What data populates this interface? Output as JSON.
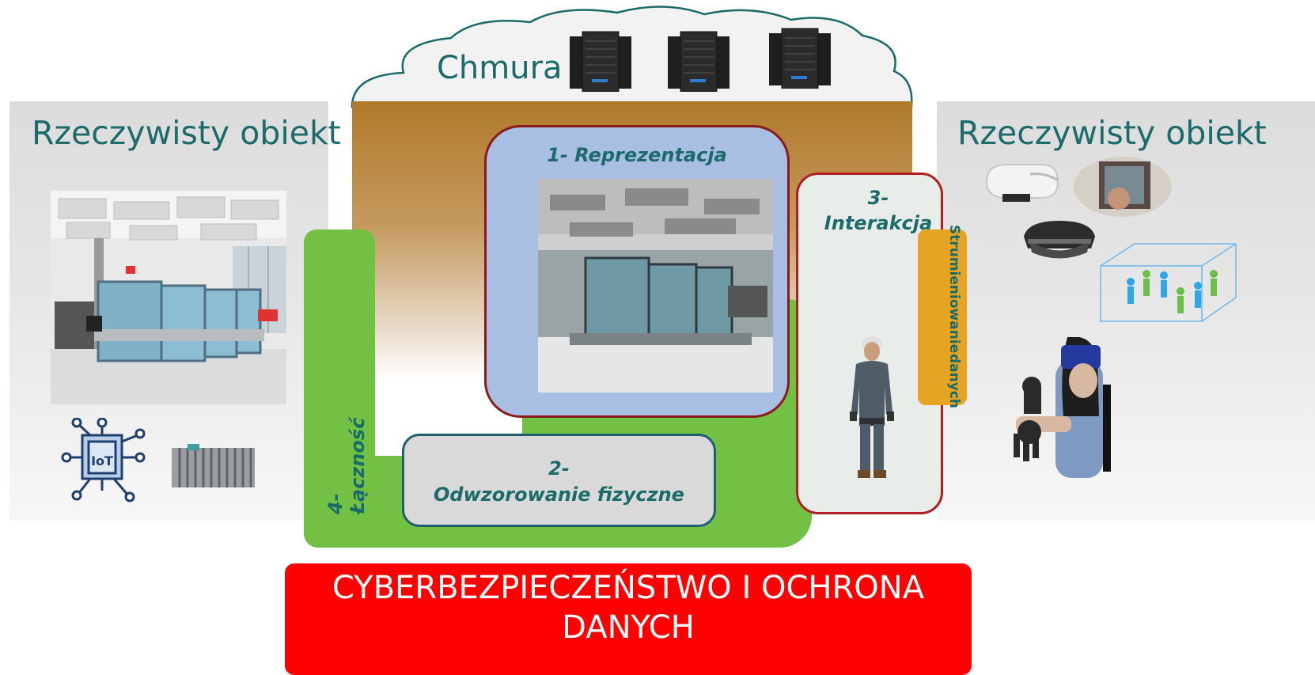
{
  "cloud": {
    "label": "Chmura",
    "icons": [
      "server-rack-icon",
      "server-rack-icon",
      "server-rack-icon"
    ]
  },
  "left_panel": {
    "title": "Rzeczywisty obiekt",
    "icons": [
      "factory-photo",
      "iot-chip-icon",
      "industrial-controller-icon"
    ]
  },
  "right_panel": {
    "title": "Rzeczywisty obiekt",
    "icons": [
      "vr-headset-icon",
      "tablet-ar-icon",
      "hololens-icon",
      "3d-humans-icon",
      "vr-gloves-person-icon"
    ]
  },
  "blocks": {
    "reprezentacja": "1- Reprezentacja",
    "odwzorowanie_line1": "2-",
    "odwzorowanie_line2": "Odwzorowanie fizyczne",
    "interakcja_line1": "3-",
    "interakcja_line2": "Interakcja",
    "lacznosc": "4- Łączność",
    "strumieniowanie_line1": "Strumieniowanie",
    "strumieniowanie_line2": "danych"
  },
  "footer": {
    "line1": "CYBERBEZPIECZEŃSTWO I OCHRONA",
    "line2": "DANYCH"
  },
  "colors": {
    "teal_text": "#1b6b6b",
    "brown": "#b07a2a",
    "green": "#72c044",
    "blue_box": "#a8bee3",
    "orange": "#e5a424",
    "red": "#ff0000"
  }
}
